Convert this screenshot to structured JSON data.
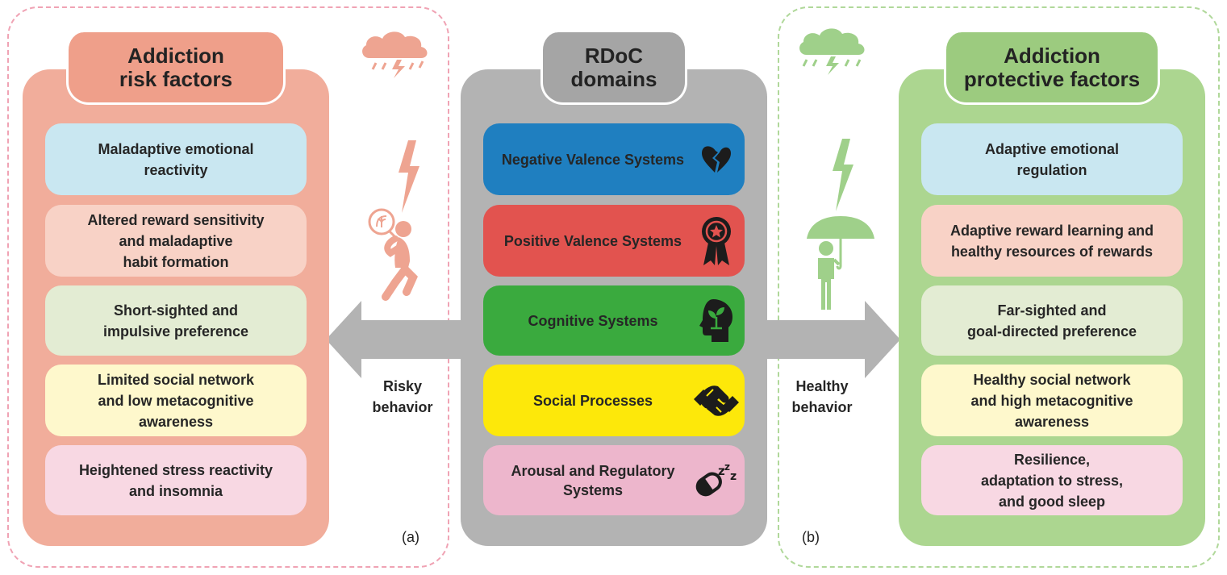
{
  "center": {
    "header": "RDoC\ndomains",
    "domains": [
      {
        "label": "Negative Valence Systems",
        "color": "#1f7fc0",
        "icon": "broken-heart-icon"
      },
      {
        "label": "Positive Valence Systems",
        "color": "#e2534f",
        "icon": "award-ribbon-icon"
      },
      {
        "label": "Cognitive Systems",
        "color": "#3aaa3e",
        "icon": "head-sprout-icon"
      },
      {
        "label": "Social Processes",
        "color": "#fde80a",
        "icon": "handshake-icon"
      },
      {
        "label": "Arousal and Regulatory\nSystems",
        "color": "#edb6cc",
        "icon": "sleep-pill-icon"
      }
    ]
  },
  "left": {
    "header": "Addiction\nrisk factors",
    "factors": [
      {
        "label": "Maladaptive emotional\nreactivity",
        "color": "#c9e7f1"
      },
      {
        "label": "Altered reward sensitivity\nand maladaptive\nhabit formation",
        "color": "#f8d2c6"
      },
      {
        "label": "Short-sighted and\nimpulsive preference",
        "color": "#e3ecd3"
      },
      {
        "label": "Limited social network\nand low metacognitive\nawareness",
        "color": "#fef8cc"
      },
      {
        "label": "Heightened stress reactivity\nand insomnia",
        "color": "#f8d8e3"
      }
    ],
    "behavior": "Risky\nbehavior",
    "panel": "(a)"
  },
  "right": {
    "header": "Addiction\nprotective factors",
    "factors": [
      {
        "label": "Adaptive emotional\nregulation",
        "color": "#c9e7f1"
      },
      {
        "label": "Adaptive reward learning and\nhealthy resources of rewards",
        "color": "#f8d2c6"
      },
      {
        "label": "Far-sighted and\ngoal-directed preference",
        "color": "#e3ecd3"
      },
      {
        "label": "Healthy social network\nand high metacognitive\nawareness",
        "color": "#fef8cc"
      },
      {
        "label": "Resilience,\nadaptation to stress,\nand good sleep",
        "color": "#f8d8e3"
      }
    ],
    "behavior": "Healthy\nbehavior",
    "panel": "(b)"
  },
  "colors": {
    "risk_column": "#f1ad9b",
    "risk_header": "#ef9f8a",
    "risk_dash": "#f0a3b4",
    "risk_figure": "#eea491",
    "protect_column": "#acd690",
    "protect_header": "#9ccb7f",
    "protect_dash": "#b0d89a",
    "protect_figure": "#9fd08a",
    "center_column": "#b3b3b3",
    "center_header": "#a5a5a5",
    "arrow": "#b3b3b3",
    "icon": "#1c1c1c"
  }
}
